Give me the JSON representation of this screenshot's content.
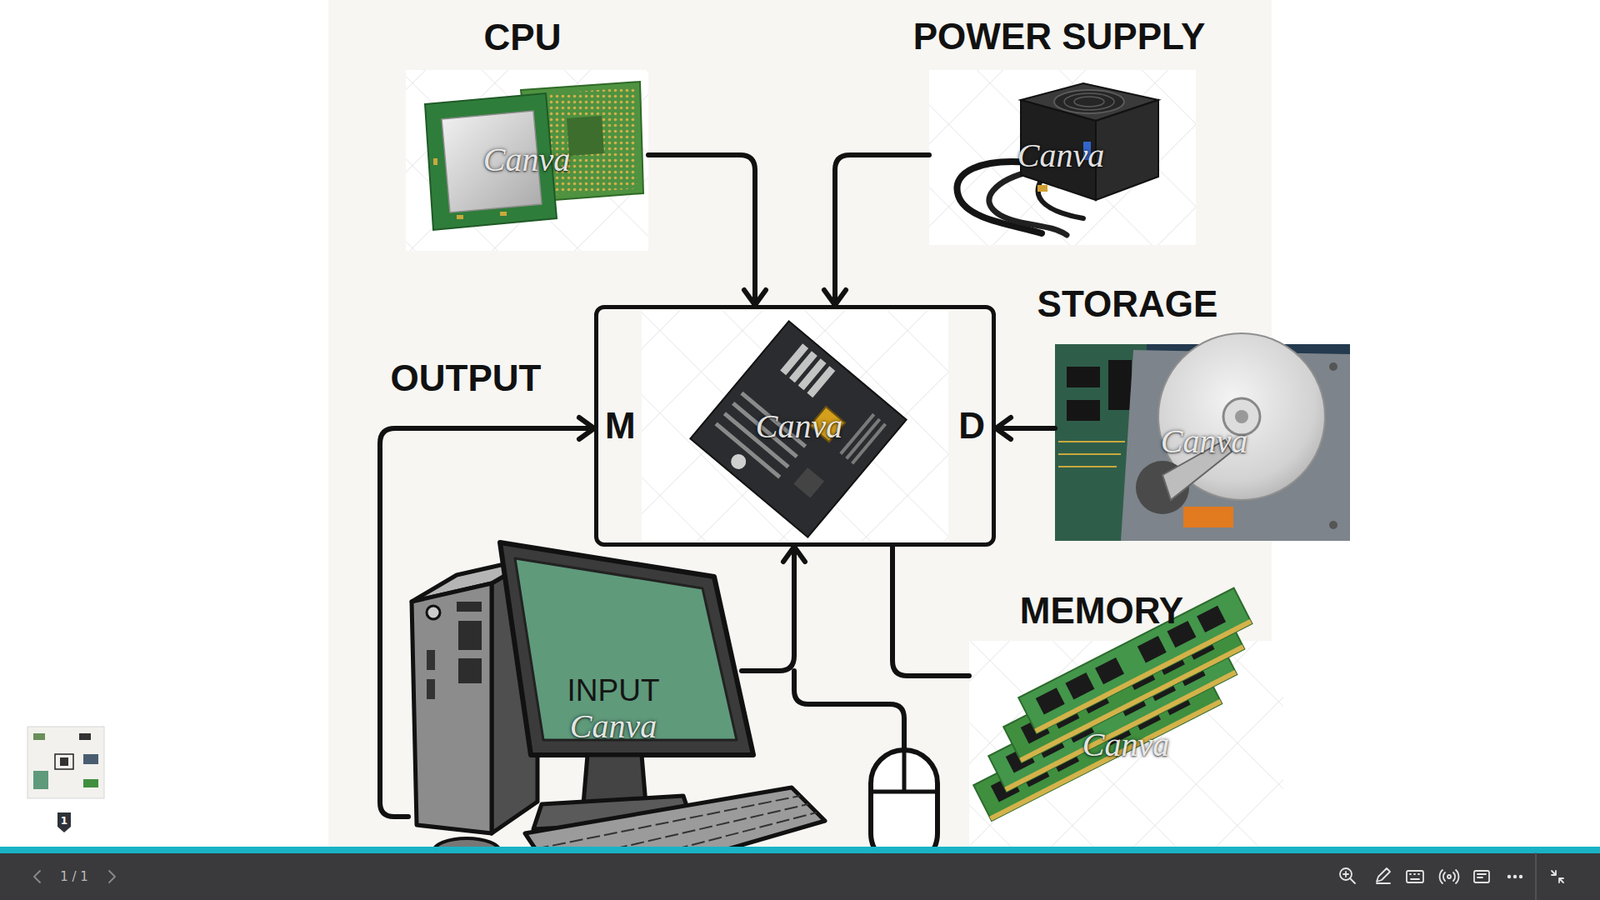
{
  "diagram": {
    "nodes": [
      {
        "text": [
          "CPU"
        ]
      },
      {
        "text": [
          "POWER SUPPLY"
        ]
      },
      {
        "text": [
          "STORAGE"
        ]
      },
      {
        "text": [
          "M",
          "D"
        ]
      },
      {
        "text": [
          "MEMORY"
        ]
      },
      {
        "text": [
          "INPUT"
        ]
      }
    ],
    "edges": [
      {
        "from": 0,
        "to": 3,
        "arrow": "to"
      },
      {
        "from": 1,
        "to": 3,
        "arrow": "to"
      },
      {
        "from": 2,
        "to": 3,
        "arrow": "to"
      },
      {
        "from": 3,
        "to": 4,
        "arrow": "none"
      },
      {
        "from": 5,
        "to": 3,
        "label": "OUTPUT",
        "arrow": "to"
      },
      {
        "from": 5,
        "to": 3,
        "arrow": "to"
      }
    ],
    "labels": [
      "Canva",
      "Canva",
      "Canva",
      "Canva",
      "Canva",
      "Canva",
      "1 / 1",
      "1"
    ]
  }
}
